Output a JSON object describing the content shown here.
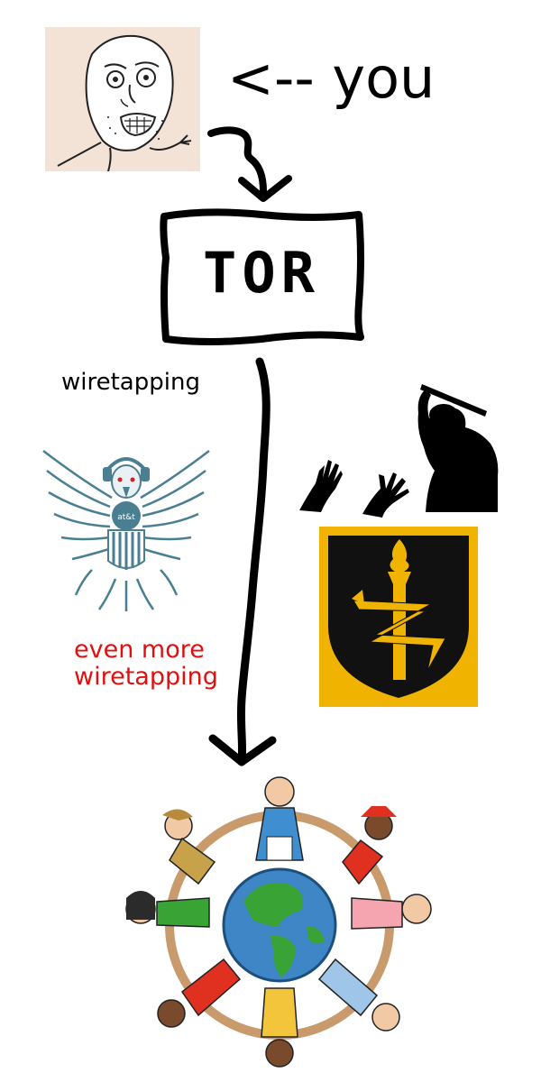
{
  "labels": {
    "you": "<-- you",
    "tor": "TOR",
    "wiretapping": "wiretapping",
    "even_more_wiretapping": "even more\nwiretapping",
    "att": "at&t"
  },
  "colors": {
    "face_bg": "#f3e2d6",
    "red_text": "#e01010",
    "eagle": "#4a7f92",
    "shield_yellow": "#f0b400",
    "shield_black": "#111111",
    "globe_ocean": "#3f86c6",
    "globe_land": "#3aa335"
  },
  "icons": {
    "rage_face": "y-u-no-face-icon",
    "eagle": "nsa-att-eagle-icon",
    "police": "riot-police-silhouette-icon",
    "shield": "signal-corps-shield-icon",
    "globe": "people-around-globe-icon"
  }
}
